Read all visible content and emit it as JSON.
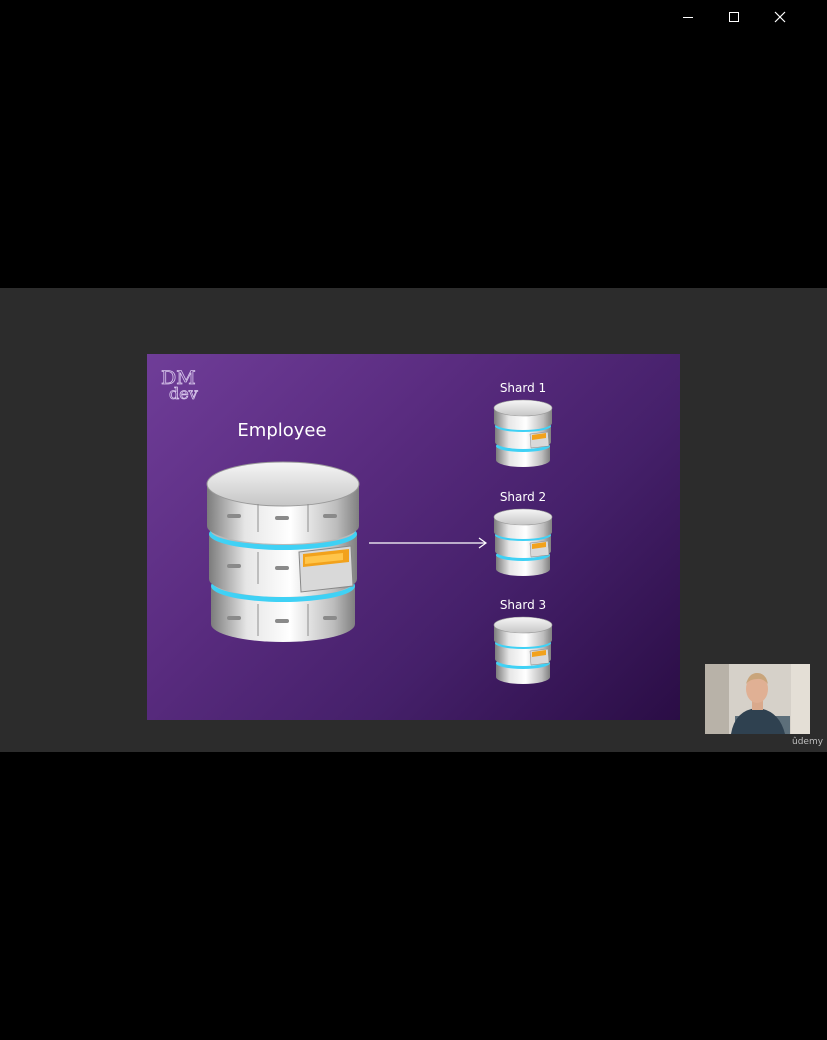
{
  "window": {
    "minimize_icon": "minimize-icon",
    "maximize_icon": "maximize-icon",
    "close_icon": "close-icon"
  },
  "slide": {
    "logo": {
      "line1": "DM",
      "line2": "dev"
    },
    "main_table_label": "Employee",
    "shards": [
      {
        "label": "Shard 1"
      },
      {
        "label": "Shard 2"
      },
      {
        "label": "Shard 3"
      }
    ],
    "colors": {
      "background_start": "#6f3d98",
      "background_end": "#2a0d45",
      "ring": "#3fd1f5",
      "folder": "#f2a21c"
    }
  },
  "webcam": {
    "description_icon": "presenter-video"
  },
  "brand": {
    "text": "ûdemy"
  }
}
